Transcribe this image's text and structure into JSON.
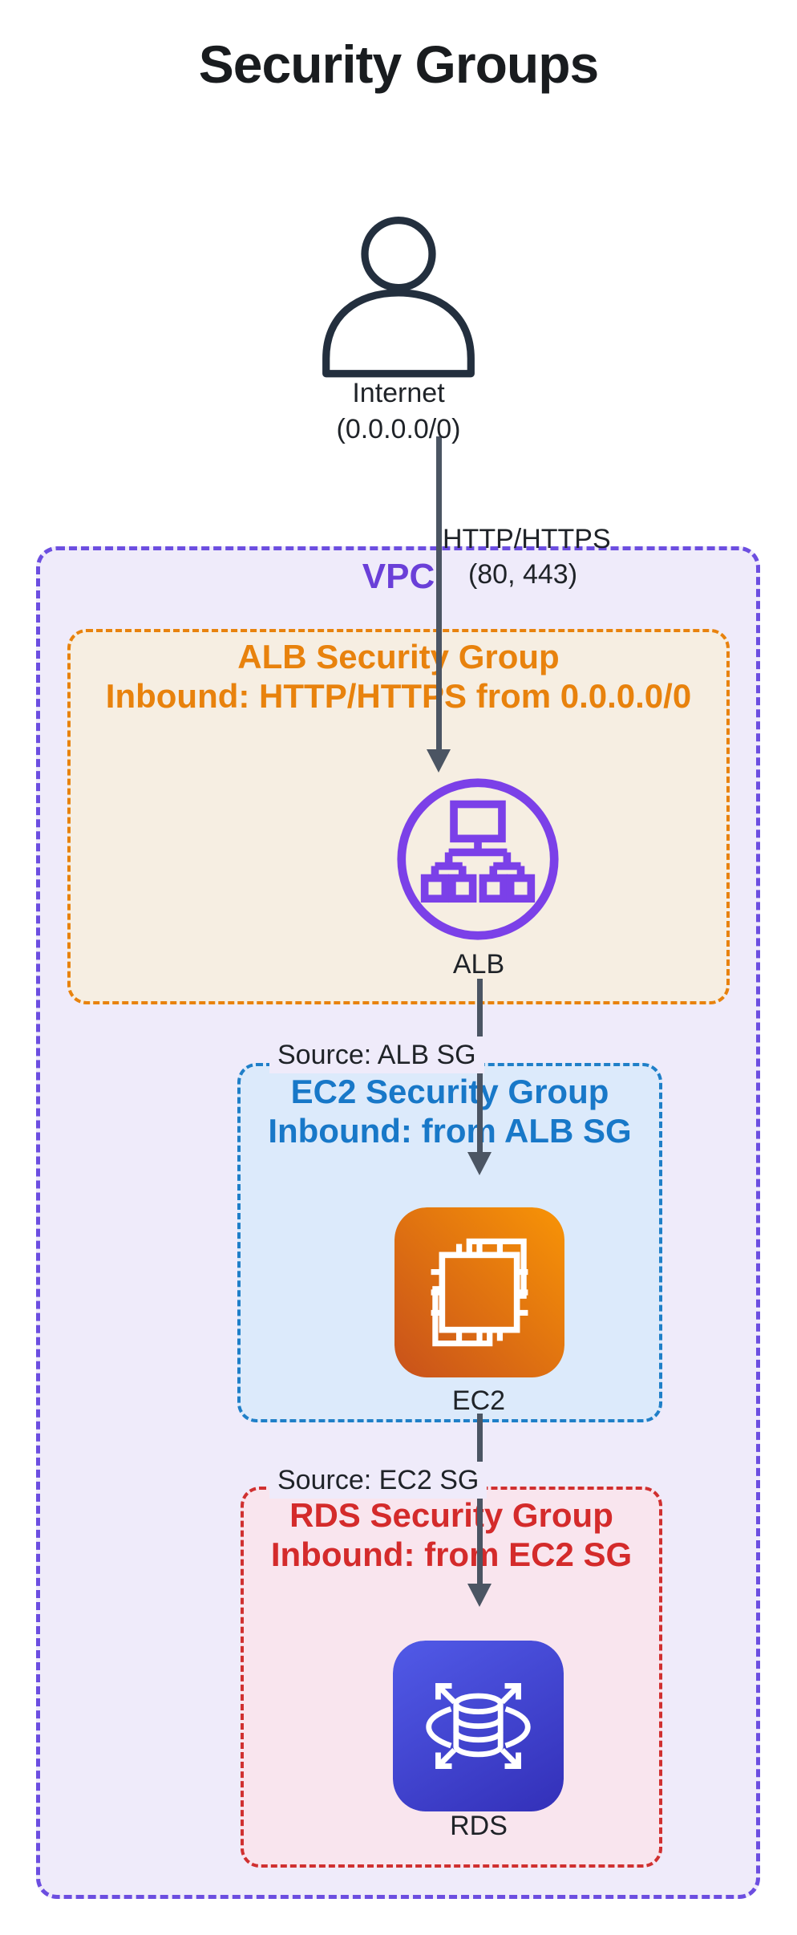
{
  "title": "Security Groups",
  "colors": {
    "arrow": "#4B5563",
    "person_outline": "#232F3E",
    "vpc_border": "#6C4EE0",
    "vpc_bg": "#EFEBFA",
    "vpc_label": "#6A3FD8",
    "alb_sg_accent": "#E8820D",
    "alb_sg_bg": "#F6EEE2",
    "alb_icon_purple": "#7B40E8",
    "ec2_sg_accent": "#1878C8",
    "ec2_sg_bg": "#DCEAFB",
    "ec2_icon_gradient": [
      "#C8511B",
      "#F89406"
    ],
    "rds_sg_accent": "#D42B2B",
    "rds_sg_bg": "#F9E5EE",
    "rds_icon_gradient": [
      "#4F57E4",
      "#3533BC"
    ],
    "text": "#1F2328"
  },
  "nodes": {
    "internet": {
      "label": "Internet",
      "cidr": "(0.0.0.0/0)"
    },
    "alb": {
      "label": "ALB"
    },
    "ec2": {
      "label": "EC2"
    },
    "rds": {
      "label": "RDS"
    }
  },
  "edges": {
    "internet_to_alb": {
      "label": "HTTP/HTTPS",
      "ports": "(80, 443)"
    },
    "alb_to_ec2": {
      "label": "Source: ALB SG"
    },
    "ec2_to_rds": {
      "label": "Source: EC2 SG"
    }
  },
  "groups": {
    "vpc": {
      "label": "VPC"
    },
    "alb_sg": {
      "title": "ALB Security Group",
      "rule": "Inbound: HTTP/HTTPS from 0.0.0.0/0"
    },
    "ec2_sg": {
      "title": "EC2 Security Group",
      "rule": "Inbound: from ALB SG"
    },
    "rds_sg": {
      "title": "RDS Security Group",
      "rule": "Inbound: from EC2 SG"
    }
  }
}
